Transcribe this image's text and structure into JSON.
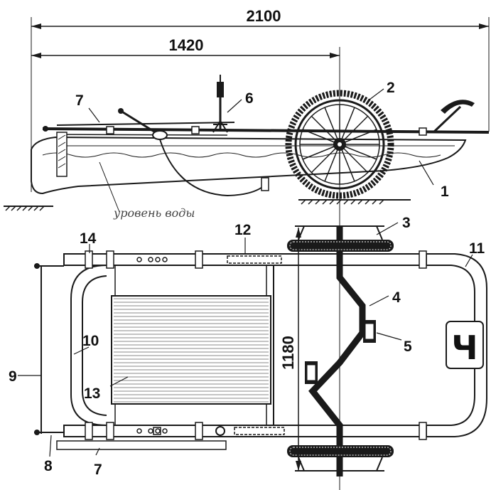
{
  "dimensions": {
    "overall_length": "2100",
    "length_to_axle": "1420",
    "axle_width": "1180"
  },
  "water_level_label": "уровень воды",
  "callouts": {
    "c1": "1",
    "c2": "2",
    "c3": "3",
    "c4": "4",
    "c5": "5",
    "c6": "6",
    "c7_side": "7",
    "c7_plan": "7",
    "c8": "8",
    "c9": "9",
    "c10": "10",
    "c11": "11",
    "c12": "12",
    "c13": "13",
    "c14": "14"
  },
  "plan_logo_glyph": "Ч"
}
